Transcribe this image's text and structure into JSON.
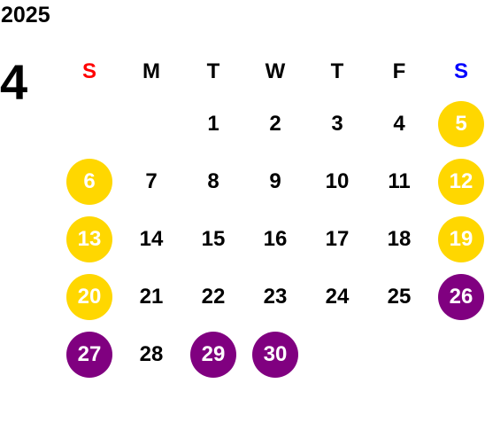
{
  "year": "2025",
  "month": "4",
  "weekday_headers": [
    {
      "label": "S",
      "color": "#FF0000"
    },
    {
      "label": "M",
      "color": "#000000"
    },
    {
      "label": "T",
      "color": "#000000"
    },
    {
      "label": "W",
      "color": "#000000"
    },
    {
      "label": "T",
      "color": "#000000"
    },
    {
      "label": "F",
      "color": "#000000"
    },
    {
      "label": "S",
      "color": "#0000FF"
    }
  ],
  "highlight_colors": {
    "yellow": "#FFD700",
    "purple": "#800080"
  },
  "weeks": [
    [
      {
        "day": "",
        "highlight": null
      },
      {
        "day": "",
        "highlight": null
      },
      {
        "day": "1",
        "highlight": null
      },
      {
        "day": "2",
        "highlight": null
      },
      {
        "day": "3",
        "highlight": null
      },
      {
        "day": "4",
        "highlight": null
      },
      {
        "day": "5",
        "highlight": "yellow"
      }
    ],
    [
      {
        "day": "6",
        "highlight": "yellow"
      },
      {
        "day": "7",
        "highlight": null
      },
      {
        "day": "8",
        "highlight": null
      },
      {
        "day": "9",
        "highlight": null
      },
      {
        "day": "10",
        "highlight": null
      },
      {
        "day": "11",
        "highlight": null
      },
      {
        "day": "12",
        "highlight": "yellow"
      }
    ],
    [
      {
        "day": "13",
        "highlight": "yellow"
      },
      {
        "day": "14",
        "highlight": null
      },
      {
        "day": "15",
        "highlight": null
      },
      {
        "day": "16",
        "highlight": null
      },
      {
        "day": "17",
        "highlight": null
      },
      {
        "day": "18",
        "highlight": null
      },
      {
        "day": "19",
        "highlight": "yellow"
      }
    ],
    [
      {
        "day": "20",
        "highlight": "yellow"
      },
      {
        "day": "21",
        "highlight": null
      },
      {
        "day": "22",
        "highlight": null
      },
      {
        "day": "23",
        "highlight": null
      },
      {
        "day": "24",
        "highlight": null
      },
      {
        "day": "25",
        "highlight": null
      },
      {
        "day": "26",
        "highlight": "purple"
      }
    ],
    [
      {
        "day": "27",
        "highlight": "purple"
      },
      {
        "day": "28",
        "highlight": null
      },
      {
        "day": "29",
        "highlight": "purple"
      },
      {
        "day": "30",
        "highlight": "purple"
      },
      {
        "day": "",
        "highlight": null
      },
      {
        "day": "",
        "highlight": null
      },
      {
        "day": "",
        "highlight": null
      }
    ]
  ]
}
